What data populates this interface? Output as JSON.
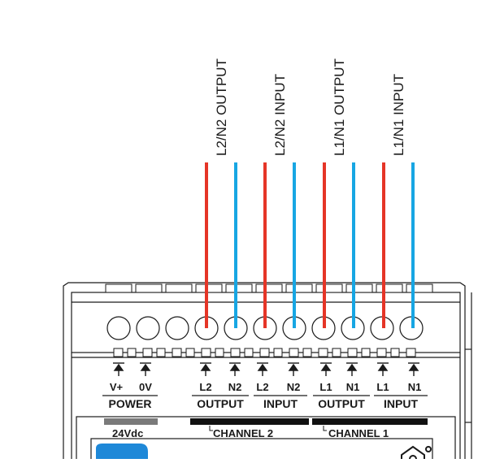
{
  "wire_labels": {
    "l2n2_output": "L2/N2 OUTPUT",
    "l2n2_input": "L2/N2 INPUT",
    "l1n1_output": "L1/N1 OUTPUT",
    "l1n1_input": "L1/N1 INPUT"
  },
  "terminals": {
    "v_plus": "V+",
    "zero_v": "0V",
    "ch2_out_l": "L2",
    "ch2_out_n": "N2",
    "ch2_in_l": "L2",
    "ch2_in_n": "N2",
    "ch1_out_l": "L1",
    "ch1_out_n": "N1",
    "ch1_in_l": "L1",
    "ch1_in_n": "N1"
  },
  "groups": {
    "power": "POWER",
    "ch2_output": "OUTPUT",
    "ch2_input": "INPUT",
    "ch1_output": "OUTPUT",
    "ch1_input": "INPUT"
  },
  "bottom_bar": {
    "voltage": "24Vdc",
    "channel_2": "CHANNEL 2",
    "channel_1": "CHANNEL 1"
  },
  "colors": {
    "live_wire": "#e53527",
    "neutral_wire": "#17a6e3",
    "outline": "#1a1a1a",
    "accent_blue": "#1e88d8"
  },
  "icons": {
    "logo": "house-gear-icon",
    "terminal_arrow": "arrow-up-icon"
  }
}
